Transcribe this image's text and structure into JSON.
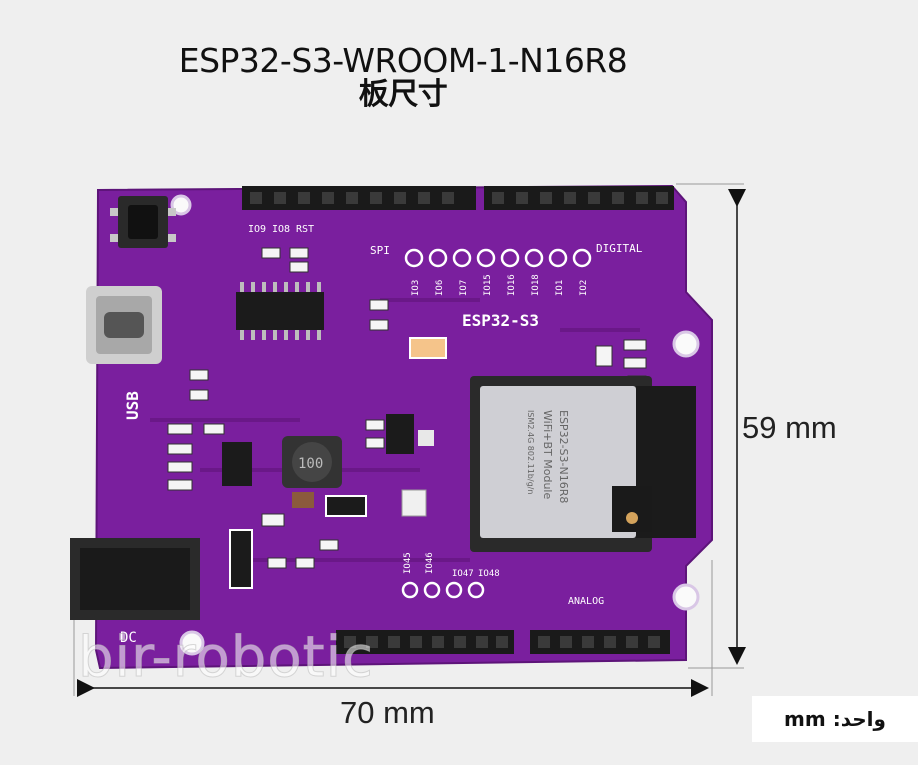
{
  "title": {
    "line1": "ESP32-S3-WROOM-1-N16R8",
    "line2": "板尺寸"
  },
  "dimensions": {
    "height_label": "59 mm",
    "width_label": "70 mm"
  },
  "unit_note": "واحد: mm",
  "watermark": "bir-robotic",
  "board": {
    "name": "ESP32-S3",
    "usb_label": "USB",
    "dc_label": "DC",
    "spi_label": "SPI",
    "digital_label": "DIGITAL",
    "analog_label": "ANALOG",
    "top_pin_labels": [
      "IO9",
      "IO8",
      "RST"
    ],
    "header_pin_labels": [
      "IO3",
      "IO6",
      "IO7",
      "IO15",
      "IO16",
      "IO18",
      "IO1",
      "IO2"
    ],
    "io_labels_mid": [
      "IO45",
      "IO46",
      "IO47",
      "IO48"
    ],
    "inductor_marking": "100",
    "module": {
      "line1": "ESP32-S3-N16R8",
      "line2": "WiFi+BT Module",
      "line3": "ISM2.4G 802.11b/g/n"
    }
  },
  "colors": {
    "pcb": "#7a1f9e",
    "pcb_edge": "#5d1479",
    "silkscreen": "#ffffff",
    "header": "#1a1a1a",
    "module_shield": "#cfcfd4",
    "background": "#efefef",
    "arrow": "#111111"
  }
}
